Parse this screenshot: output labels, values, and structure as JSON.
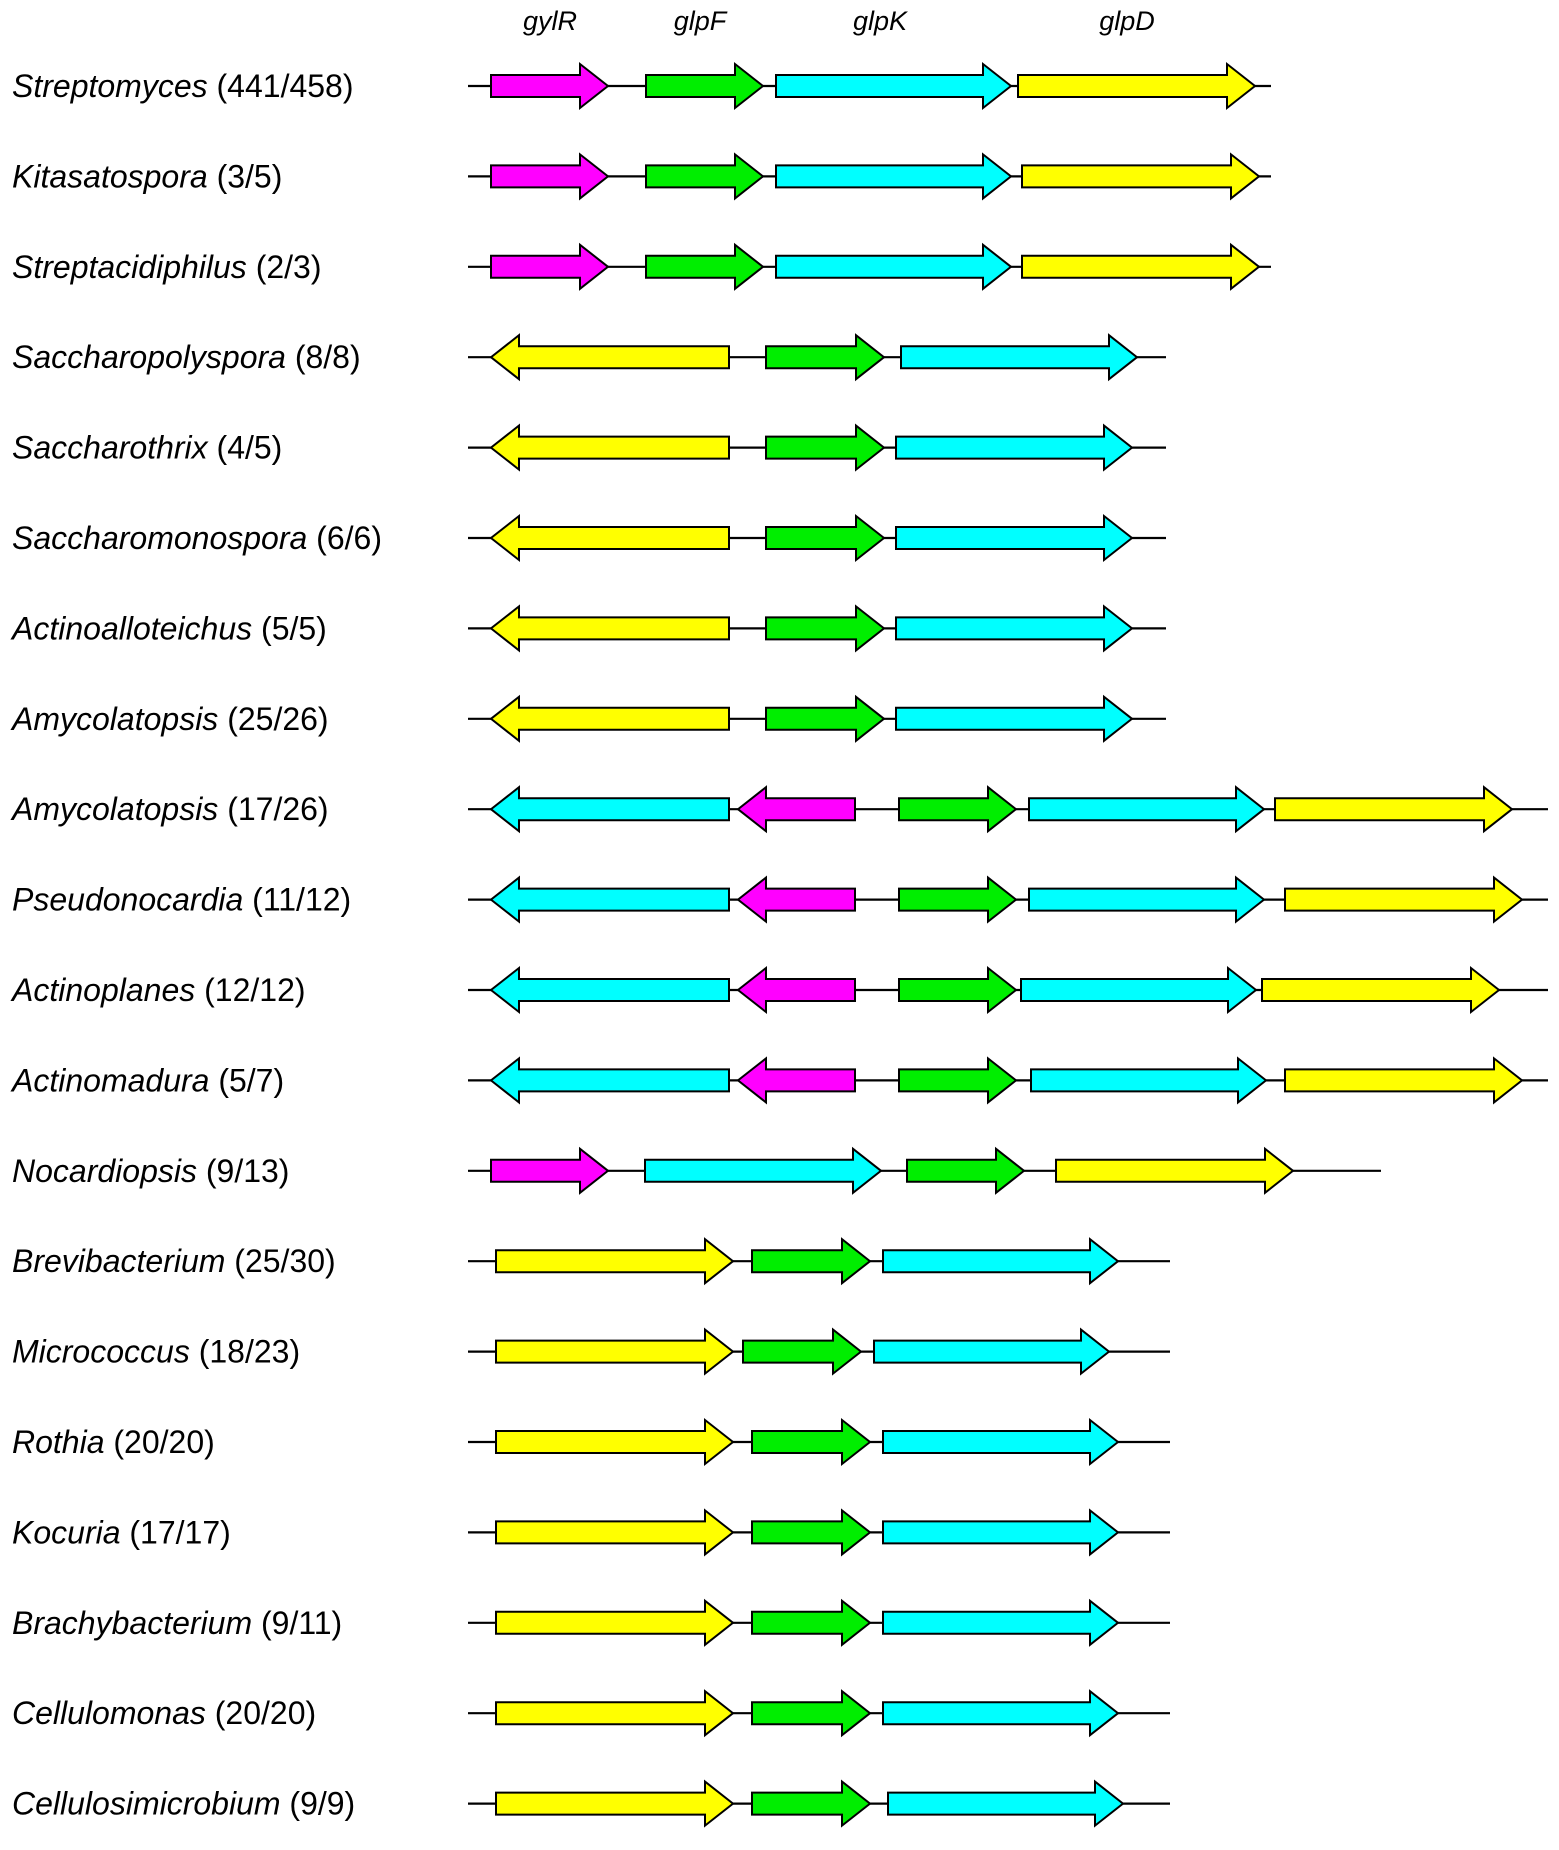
{
  "colors": {
    "gylR": "#ff00ff",
    "glpF": "#00ee00",
    "glpK": "#00ffff",
    "glpD": "#ffff00"
  },
  "header": {
    "labels": [
      {
        "gene": "gylR",
        "text": "gylR"
      },
      {
        "gene": "glpF",
        "text": "glpF"
      },
      {
        "gene": "glpK",
        "text": "glpK"
      },
      {
        "gene": "glpD",
        "text": "glpD"
      }
    ]
  },
  "clusters": [
    {
      "name": "Streptomyces",
      "count": "(441/458)",
      "genes": [
        {
          "g": "gylR",
          "dir": "+"
        },
        {
          "g": "glpF",
          "dir": "+"
        },
        {
          "g": "glpK",
          "dir": "+"
        },
        {
          "g": "glpD",
          "dir": "+"
        }
      ]
    },
    {
      "name": "Kitasatospora",
      "count": "(3/5)",
      "genes": [
        {
          "g": "gylR",
          "dir": "+"
        },
        {
          "g": "glpF",
          "dir": "+"
        },
        {
          "g": "glpK",
          "dir": "+"
        },
        {
          "g": "glpD",
          "dir": "+"
        }
      ]
    },
    {
      "name": "Streptacidiphilus",
      "count": "(2/3)",
      "genes": [
        {
          "g": "gylR",
          "dir": "+"
        },
        {
          "g": "glpF",
          "dir": "+"
        },
        {
          "g": "glpK",
          "dir": "+"
        },
        {
          "g": "glpD",
          "dir": "+"
        }
      ]
    },
    {
      "name": "Saccharopolyspora",
      "count": "(8/8)",
      "genes": [
        {
          "g": "glpD",
          "dir": "-"
        },
        {
          "g": "glpF",
          "dir": "+"
        },
        {
          "g": "glpK",
          "dir": "+"
        }
      ]
    },
    {
      "name": "Saccharothrix",
      "count": "(4/5)",
      "genes": [
        {
          "g": "glpD",
          "dir": "-"
        },
        {
          "g": "glpF",
          "dir": "+"
        },
        {
          "g": "glpK",
          "dir": "+"
        }
      ]
    },
    {
      "name": "Saccharomonospora",
      "count": "(6/6)",
      "genes": [
        {
          "g": "glpD",
          "dir": "-"
        },
        {
          "g": "glpF",
          "dir": "+"
        },
        {
          "g": "glpK",
          "dir": "+"
        }
      ]
    },
    {
      "name": "Actinoalloteichus",
      "count": "(5/5)",
      "genes": [
        {
          "g": "glpD",
          "dir": "-"
        },
        {
          "g": "glpF",
          "dir": "+"
        },
        {
          "g": "glpK",
          "dir": "+"
        }
      ]
    },
    {
      "name": "Amycolatopsis",
      "count": "(25/26)",
      "genes": [
        {
          "g": "glpD",
          "dir": "-"
        },
        {
          "g": "glpF",
          "dir": "+"
        },
        {
          "g": "glpK",
          "dir": "+"
        }
      ]
    },
    {
      "name": "Amycolatopsis",
      "count": "(17/26)",
      "genes": [
        {
          "g": "glpK",
          "dir": "-"
        },
        {
          "g": "gylR",
          "dir": "-"
        },
        {
          "g": "glpF",
          "dir": "+"
        },
        {
          "g": "glpK",
          "dir": "+"
        },
        {
          "g": "glpD",
          "dir": "+"
        }
      ]
    },
    {
      "name": "Pseudonocardia",
      "count": "(11/12)",
      "genes": [
        {
          "g": "glpK",
          "dir": "-"
        },
        {
          "g": "gylR",
          "dir": "-"
        },
        {
          "g": "glpF",
          "dir": "+"
        },
        {
          "g": "glpK",
          "dir": "+"
        },
        {
          "g": "glpD",
          "dir": "+"
        }
      ]
    },
    {
      "name": "Actinoplanes",
      "count": "(12/12)",
      "genes": [
        {
          "g": "glpK",
          "dir": "-"
        },
        {
          "g": "gylR",
          "dir": "-"
        },
        {
          "g": "glpF",
          "dir": "+"
        },
        {
          "g": "glpK",
          "dir": "+"
        },
        {
          "g": "glpD",
          "dir": "+"
        }
      ]
    },
    {
      "name": "Actinomadura",
      "count": "(5/7)",
      "genes": [
        {
          "g": "glpK",
          "dir": "-"
        },
        {
          "g": "gylR",
          "dir": "-"
        },
        {
          "g": "glpF",
          "dir": "+"
        },
        {
          "g": "glpK",
          "dir": "+"
        },
        {
          "g": "glpD",
          "dir": "+"
        }
      ]
    },
    {
      "name": "Nocardiopsis",
      "count": "(9/13)",
      "genes": [
        {
          "g": "gylR",
          "dir": "+"
        },
        {
          "g": "glpK",
          "dir": "+"
        },
        {
          "g": "glpF",
          "dir": "+"
        },
        {
          "g": "glpD",
          "dir": "+"
        }
      ]
    },
    {
      "name": "Brevibacterium",
      "count": "(25/30)",
      "genes": [
        {
          "g": "glpD",
          "dir": "+"
        },
        {
          "g": "glpF",
          "dir": "+"
        },
        {
          "g": "glpK",
          "dir": "+"
        }
      ]
    },
    {
      "name": "Micrococcus",
      "count": "(18/23)",
      "genes": [
        {
          "g": "glpD",
          "dir": "+"
        },
        {
          "g": "glpF",
          "dir": "+"
        },
        {
          "g": "glpK",
          "dir": "+"
        }
      ]
    },
    {
      "name": "Rothia",
      "count": "(20/20)",
      "genes": [
        {
          "g": "glpD",
          "dir": "+"
        },
        {
          "g": "glpF",
          "dir": "+"
        },
        {
          "g": "glpK",
          "dir": "+"
        }
      ]
    },
    {
      "name": "Kocuria",
      "count": "(17/17)",
      "genes": [
        {
          "g": "glpD",
          "dir": "+"
        },
        {
          "g": "glpF",
          "dir": "+"
        },
        {
          "g": "glpK",
          "dir": "+"
        }
      ]
    },
    {
      "name": "Brachybacterium",
      "count": "(9/11)",
      "genes": [
        {
          "g": "glpD",
          "dir": "+"
        },
        {
          "g": "glpF",
          "dir": "+"
        },
        {
          "g": "glpK",
          "dir": "+"
        }
      ]
    },
    {
      "name": "Cellulomonas",
      "count": "(20/20)",
      "genes": [
        {
          "g": "glpD",
          "dir": "+"
        },
        {
          "g": "glpF",
          "dir": "+"
        },
        {
          "g": "glpK",
          "dir": "+"
        }
      ]
    },
    {
      "name": "Cellulosimicrobium",
      "count": "(9/9)",
      "genes": [
        {
          "g": "glpD",
          "dir": "+"
        },
        {
          "g": "glpF",
          "dir": "+"
        },
        {
          "g": "glpK",
          "dir": "+"
        }
      ]
    }
  ]
}
